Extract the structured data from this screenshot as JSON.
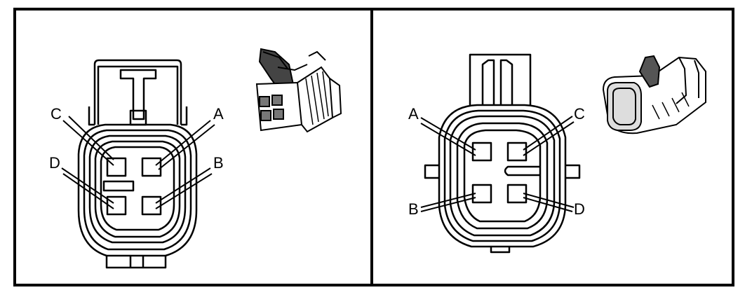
{
  "panels": [
    {
      "id": "left",
      "pin_labels": [
        "C",
        "A",
        "D",
        "B"
      ]
    },
    {
      "id": "right",
      "pin_labels": [
        "A",
        "C",
        "B",
        "D"
      ]
    }
  ],
  "colors": {
    "line": "#000000",
    "background": "#ffffff"
  }
}
